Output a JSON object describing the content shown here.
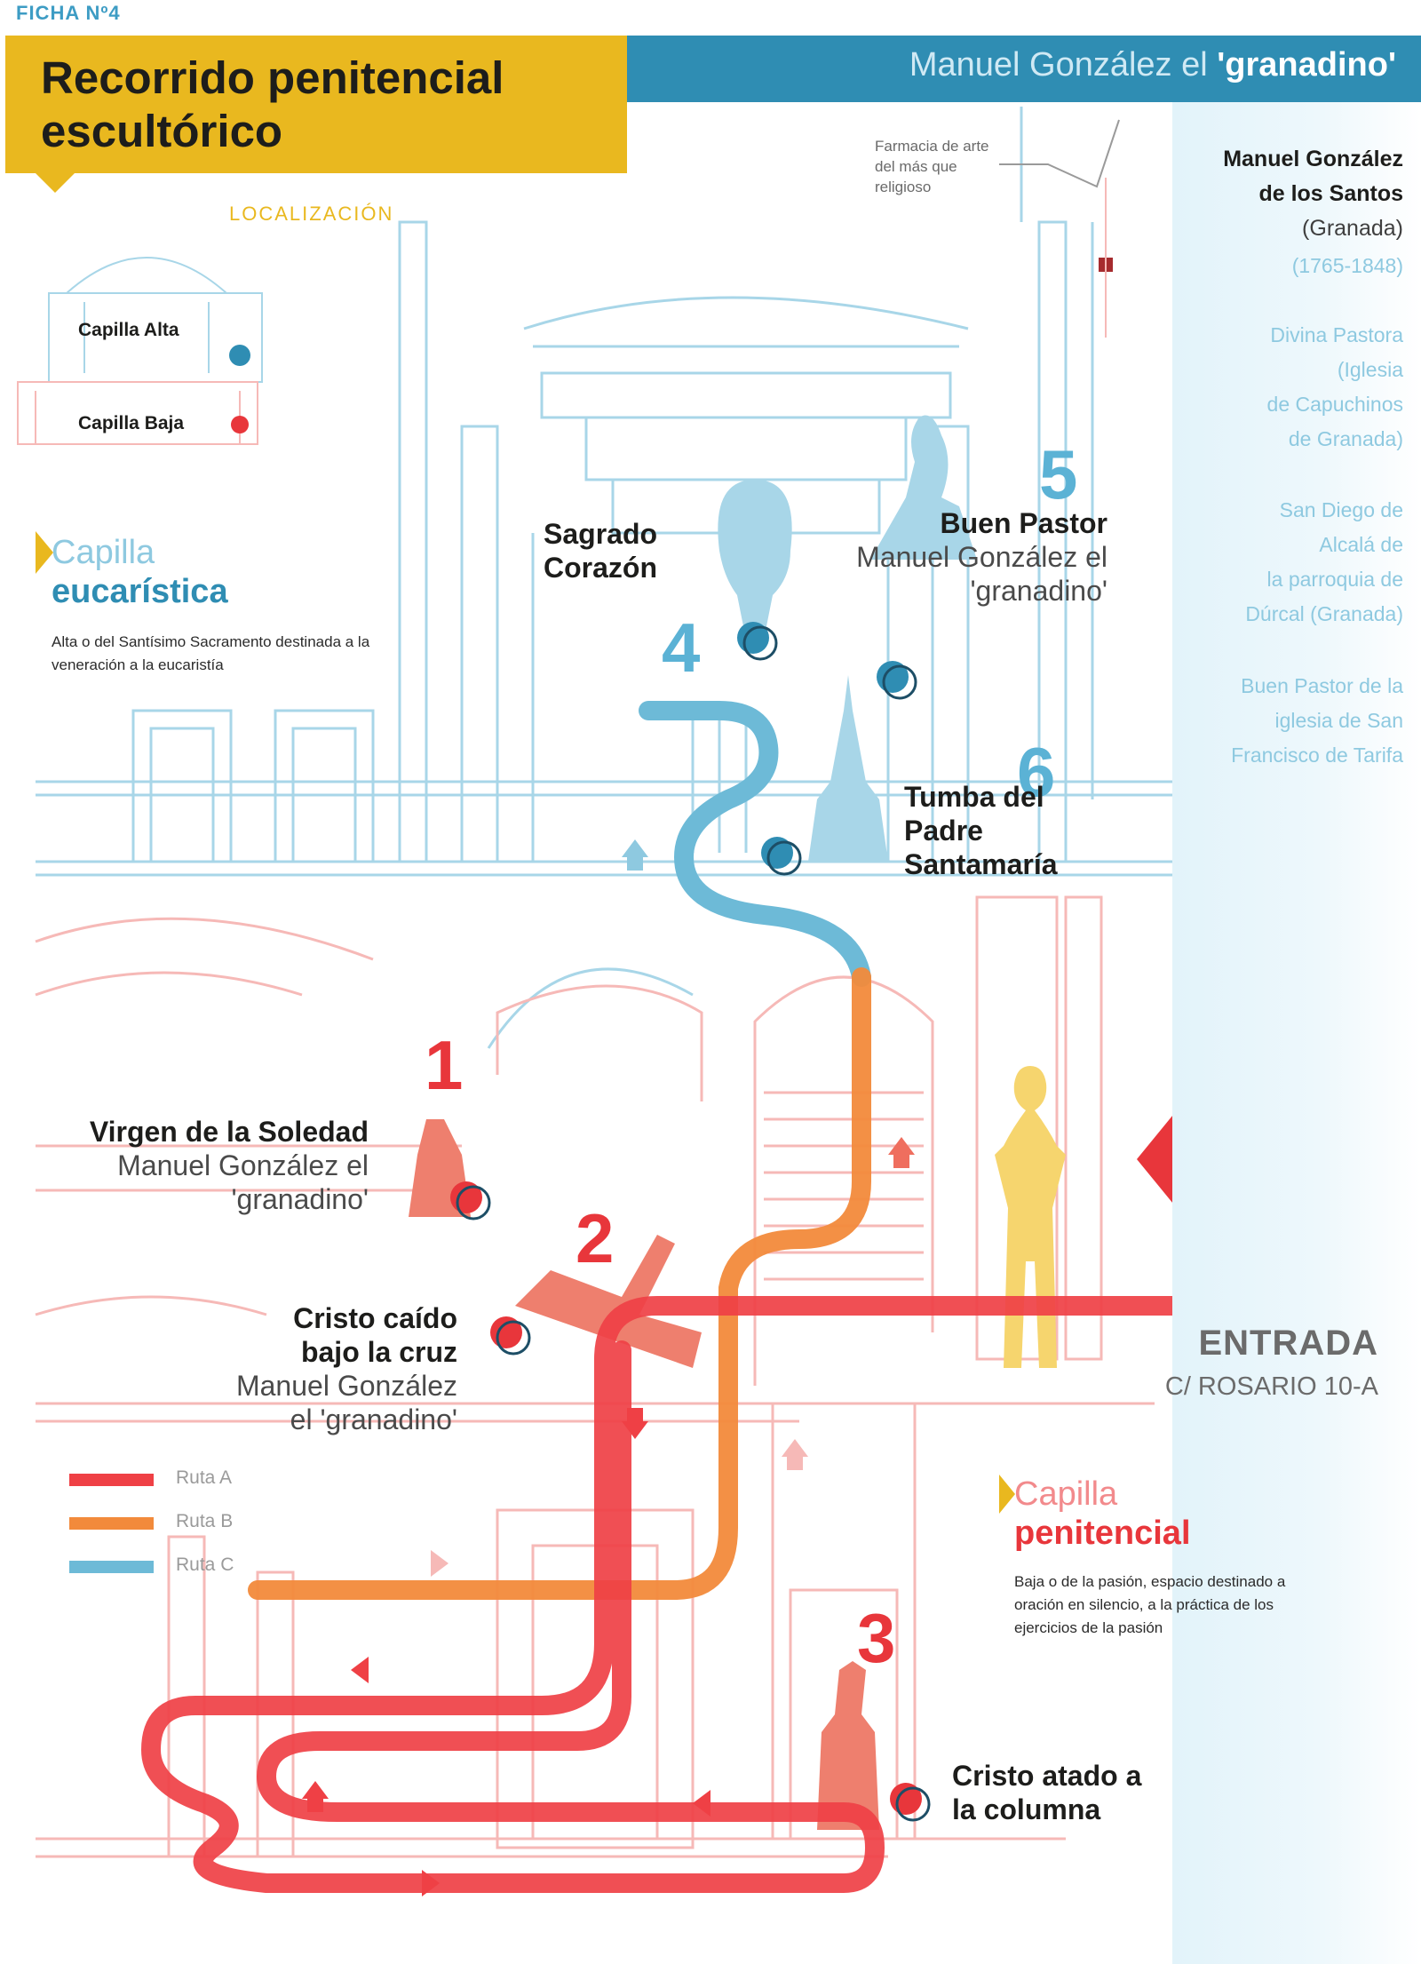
{
  "header": {
    "ficha": "FICHA Nº4",
    "title_line1": "Recorrido penitencial",
    "title_line2": "escultórico",
    "author_prefix": "Manuel González el ",
    "author_strong": "'granadino'"
  },
  "localizacion": {
    "heading": "LOCALIZACIÓN",
    "capilla_alta": "Capilla Alta",
    "capilla_baja": "Capilla Baja"
  },
  "section_eucaristica": {
    "light": "Capilla",
    "strong": "eucarística",
    "description": "Alta o del Santísimo Sacramento destinada a la veneración a la eucaristía"
  },
  "section_penitencial": {
    "light": "Capilla",
    "strong": "penitencial",
    "description": "Baja o de la pasión, espacio destinado a oración en silencio, a la práctica de los ejercicios de la pasión"
  },
  "annotation_top": "Farmacia de arte del más que religioso",
  "stops": [
    {
      "number": "1",
      "title": "Virgen de la Soledad",
      "sub": "Manuel González el 'granadino'",
      "color": "#e8363b"
    },
    {
      "number": "2",
      "title": "Cristo caído bajo la cruz",
      "sub": "Manuel González el 'granadino'",
      "color": "#e8363b"
    },
    {
      "number": "3",
      "title": "Cristo atado a la columna",
      "sub": "",
      "color": "#e8363b"
    },
    {
      "number": "4",
      "title": "Sagrado Corazón",
      "sub": "",
      "color": "#5bb2d5"
    },
    {
      "number": "5",
      "title": "Buen Pastor",
      "sub": "Manuel González el 'granadino'",
      "color": "#5bb2d5"
    },
    {
      "number": "6",
      "title": "Tumba del Padre Santamaría",
      "sub": "",
      "color": "#5bb2d5"
    }
  ],
  "entrance": {
    "label": "ENTRADA",
    "address": "C/ ROSARIO 10-A",
    "arrow_color": "#e8363b"
  },
  "sidebar": {
    "name_line1": "Manuel González",
    "name_line2": "de los Santos",
    "origin": "(Granada)",
    "dates": "(1765-1848)",
    "works": [
      {
        "lines": [
          "Divina Pastora",
          "(Iglesia",
          "de Capuchinos",
          "de Granada)"
        ]
      },
      {
        "lines": [
          "San Diego de",
          "Alcalá de",
          "la parroquia de",
          "Dúrcal (Granada)"
        ]
      },
      {
        "lines": [
          "Buen Pastor de la",
          "iglesia de San",
          "Francisco de Tarifa"
        ]
      }
    ]
  },
  "legend": [
    {
      "label": "Ruta A",
      "color": "#ef4045"
    },
    {
      "label": "Ruta B",
      "color": "#f28a3b"
    },
    {
      "label": "Ruta C",
      "color": "#6dbad7"
    }
  ],
  "colors": {
    "yellow": "#e9b81f",
    "teal": "#2f8db3",
    "red": "#e8363b",
    "light_blue": "#8ec9e0",
    "pink_lines": "#f4b0ae",
    "figure_yellow": "#f6d56e"
  }
}
